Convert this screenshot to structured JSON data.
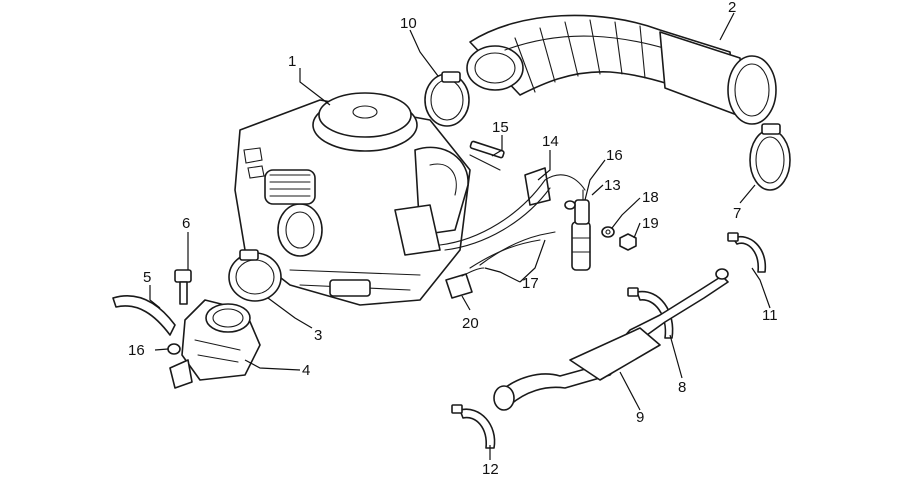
{
  "callouts": [
    {
      "id": "1",
      "label": "1"
    },
    {
      "id": "2",
      "label": "2"
    },
    {
      "id": "3",
      "label": "3"
    },
    {
      "id": "4",
      "label": "4"
    },
    {
      "id": "5",
      "label": "5"
    },
    {
      "id": "6",
      "label": "6"
    },
    {
      "id": "7",
      "label": "7"
    },
    {
      "id": "8",
      "label": "8"
    },
    {
      "id": "9",
      "label": "9"
    },
    {
      "id": "10",
      "label": "10"
    },
    {
      "id": "11",
      "label": "11"
    },
    {
      "id": "12",
      "label": "12"
    },
    {
      "id": "13",
      "label": "13"
    },
    {
      "id": "14",
      "label": "14"
    },
    {
      "id": "15",
      "label": "15"
    },
    {
      "id": "16a",
      "label": "16"
    },
    {
      "id": "16b",
      "label": "16"
    },
    {
      "id": "17",
      "label": "17"
    },
    {
      "id": "18",
      "label": "18"
    },
    {
      "id": "19",
      "label": "19"
    },
    {
      "id": "20",
      "label": "20"
    }
  ]
}
